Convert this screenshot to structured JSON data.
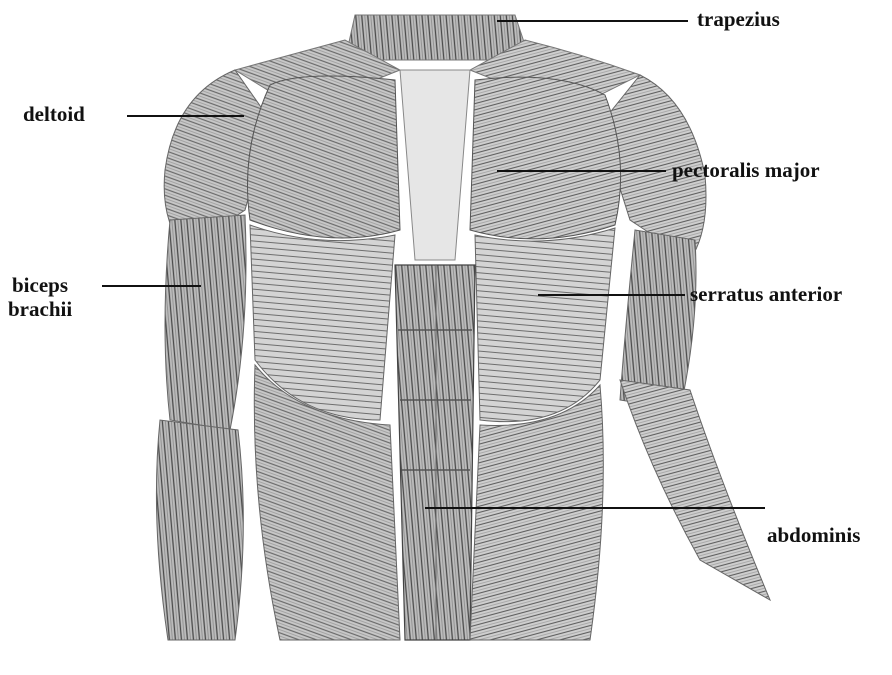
{
  "labels": {
    "trapezius": "trapezius",
    "deltoid": "deltoid",
    "pectoralis_major": "pectoralis major",
    "biceps_line1": "biceps",
    "biceps_line2": "brachii",
    "serratus_anterior": "serratus anterior",
    "abdominis": "abdominis"
  },
  "colors": {
    "ink": "#111111",
    "muscle_dark": "#3a3a3a",
    "muscle_mid": "#8a8a8a",
    "muscle_light": "#d0d0d0",
    "background": "#ffffff"
  }
}
